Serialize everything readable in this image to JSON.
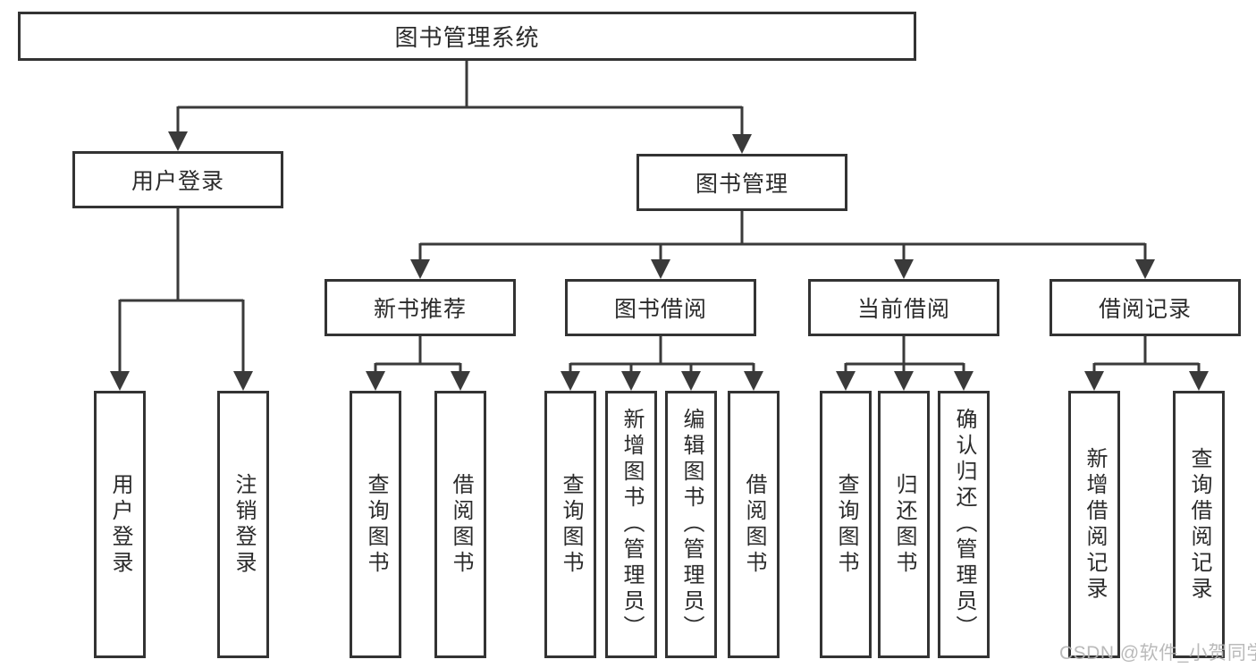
{
  "diagram": {
    "root": {
      "label": "图书管理系统"
    },
    "branches": [
      {
        "label": "用户登录",
        "children": [
          {
            "label": "用户登录"
          },
          {
            "label": "注销登录"
          }
        ]
      },
      {
        "label": "图书管理",
        "children": [
          {
            "label": "新书推荐",
            "children": [
              {
                "label": "查询图书"
              },
              {
                "label": "借阅图书"
              }
            ]
          },
          {
            "label": "图书借阅",
            "children": [
              {
                "label": "查询图书"
              },
              {
                "label": "新增图书（管理员）"
              },
              {
                "label": "编辑图书（管理员）"
              },
              {
                "label": "借阅图书"
              }
            ]
          },
          {
            "label": "当前借阅",
            "children": [
              {
                "label": "查询图书"
              },
              {
                "label": "归还图书"
              },
              {
                "label": "确认归还（管理员）"
              }
            ]
          },
          {
            "label": "借阅记录",
            "children": [
              {
                "label": "新增借阅记录"
              },
              {
                "label": "查询借阅记录"
              }
            ]
          }
        ]
      }
    ]
  },
  "watermark": {
    "text": "CSDN @软件_小贺同学"
  },
  "colors": {
    "line": "#3a3a3a",
    "box_border": "#333333",
    "box_fill": "#ffffff",
    "text": "#2b2b2b",
    "watermark": "#b3b3b3",
    "background": "#ffffff"
  }
}
